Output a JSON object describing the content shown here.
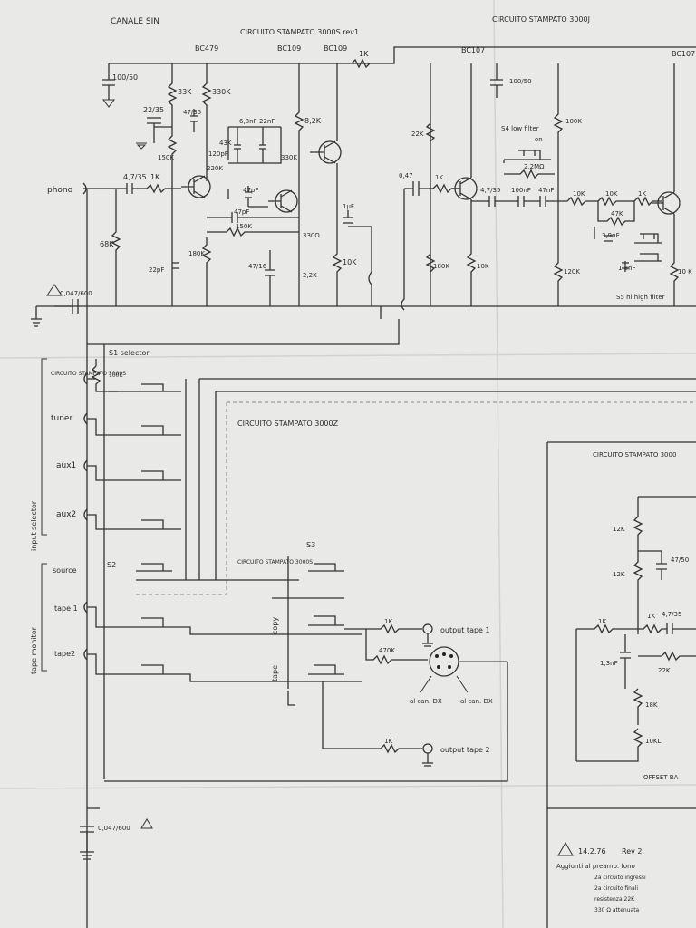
{
  "header": {
    "canale": "CANALE SIN",
    "board1": "CIRCUITO STAMPATO 3000S rev1",
    "board2": "CIRCUITO STAMPATO 3000J"
  },
  "transistors": {
    "t1": "BC479",
    "t2": "BC109",
    "t3": "BC109",
    "t4": "BC107",
    "t5": "BC107"
  },
  "components": {
    "c_100_50": "100/50",
    "c_22_35": "22/35",
    "r_33k": "33K",
    "r_330k_top": "330K",
    "c_47_35_a": "47/35",
    "c_68nf": "6,8nF",
    "c_22nf": "22nF",
    "r_82k": "8,2K",
    "r_1k_top": "1K",
    "r_43k": "43K",
    "r_220k": "220K",
    "r_330k_mid": "330K",
    "c_120pf": "120pF",
    "r_150k": "150K",
    "c_47pf_a": "47pF",
    "c_47pf_b": "47pF",
    "c_47_35_in": "4,7/35",
    "r_1k_in": "1K",
    "r_68k": "68K",
    "r_150k_b": "150K",
    "r_180k": "180K",
    "c_22pf": "22pF",
    "c_47_16": "47/16",
    "r_330ohm": "330Ω",
    "r_22k": "2,2K",
    "r_10k_a": "10K",
    "c_1uf": "1µF",
    "c_047": "0,47",
    "r_1k_b": "1K",
    "r_22k_b": "22K",
    "r_180k_b": "180K",
    "r_10k_b": "10K",
    "c_47_35_b": "4,7/35",
    "c_100_50_b": "100/50",
    "s4": "S4 low filter",
    "s4_on": "on",
    "r_22m": "2,2MΩ",
    "c_100nf": "100nF",
    "c_47nf": "47nF",
    "r_100k": "100K",
    "r_120k": "120K",
    "r_10k_c": "10K",
    "r_10k_d": "10K",
    "r_1k_c": "1K",
    "r_47k": "47K",
    "c_39nf": "3,9nF",
    "c_18nf": "1,8nF",
    "s5": "S5 hi high filter",
    "r_10k_e": "10 K",
    "c_0047": "0,047/600",
    "r_100k_sel": "100K",
    "c_bottom": "0,047/600"
  },
  "inputs": {
    "phono": "phono",
    "s1": "S1 selector",
    "board": "CIRCUITO STAMPATO 3000S",
    "tuner": "tuner",
    "aux1": "aux1",
    "aux2": "aux2",
    "group": "input selector"
  },
  "monitor": {
    "source": "source",
    "tape1": "tape 1",
    "tape2": "tape2",
    "s2": "S2",
    "s3": "S3",
    "board": "CIRCUITO STAMPATO 3000S",
    "copy": "copy",
    "tape": "tape",
    "group": "tape monitor",
    "board_3000z": "CIRCUITO STAMPATO 3000Z"
  },
  "outputs": {
    "r_1k_out1": "1K",
    "out1": "output tape 1",
    "r_470k": "470K",
    "din_sx": "al can. DX",
    "din_dx": "al can. DX",
    "r_1k_out2": "1K",
    "out2": "output tape 2"
  },
  "panel": {
    "title": "CIRCUITO STAMPATO 3000",
    "r_12k_a": "12K",
    "r_12k_b": "12K",
    "c_47_50": "47/50",
    "r_1k": "1K",
    "r_1k_b": "1K",
    "c_47_35": "4,7/35",
    "c_13nf": "1,3nF",
    "r_22k": "22K",
    "r_18k": "18K",
    "r_10kl": "10KL",
    "offset": "OFFSET BA"
  },
  "notes": {
    "date": "14.2.76",
    "rev": "Rev 2.",
    "line1": "Aggiunti al preamp. fono",
    "line2": "2a circuito ingressi",
    "line3": "2a circuito finali",
    "line4": "resistenza 22K",
    "line5": "330 Ω attenuata"
  }
}
